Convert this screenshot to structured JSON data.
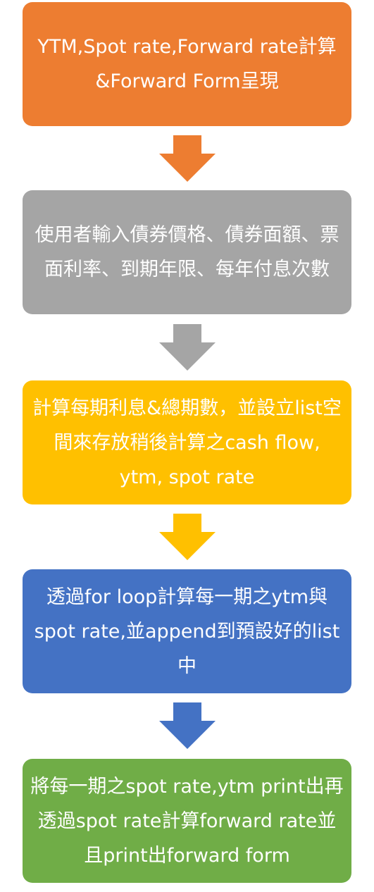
{
  "steps": [
    {
      "text": "YTM,Spot rate,Forward rate計算&Forward Form呈現",
      "color": "#ED7D31"
    },
    {
      "text": "使用者輸入債券價格、債券面額、票面利率、到期年限、每年付息次數",
      "color": "#A5A5A5"
    },
    {
      "text": "計算每期利息&總期數，並設立list空間來存放稍後計算之cash flow, ytm, spot rate",
      "color": "#FFC000"
    },
    {
      "text": "透過for loop計算每一期之ytm與spot rate,並append到預設好的list中",
      "color": "#4472C4"
    },
    {
      "text": "將每一期之spot rate,ytm print出再透過spot rate計算forward rate並且print出forward form",
      "color": "#70AD47"
    }
  ],
  "arrows": [
    {
      "color": "#ED7D31"
    },
    {
      "color": "#A5A5A5"
    },
    {
      "color": "#FFC000"
    },
    {
      "color": "#4472C4"
    }
  ]
}
